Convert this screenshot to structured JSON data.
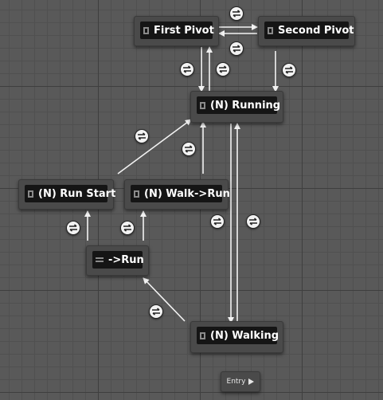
{
  "graph": {
    "states": {
      "first_pivot": "First Pivot",
      "second_pivot": "Second Pivot",
      "running": "(N) Running",
      "run_start": "(N) Run Start",
      "walk_to_run": "(N) Walk->Run",
      "to_run": "->Run",
      "walking": "(N) Walking"
    },
    "entry": {
      "label": "Entry"
    }
  },
  "icons": {
    "state": "state-node-icon",
    "conduit": "conduit-icon",
    "transition_rule": "transition-rule-icon",
    "entry": "play-arrow-icon"
  },
  "colors": {
    "canvas": "#595959",
    "node_body": "#4a4a4a",
    "node_header": "#151515",
    "wire": "#f2f2f2"
  }
}
